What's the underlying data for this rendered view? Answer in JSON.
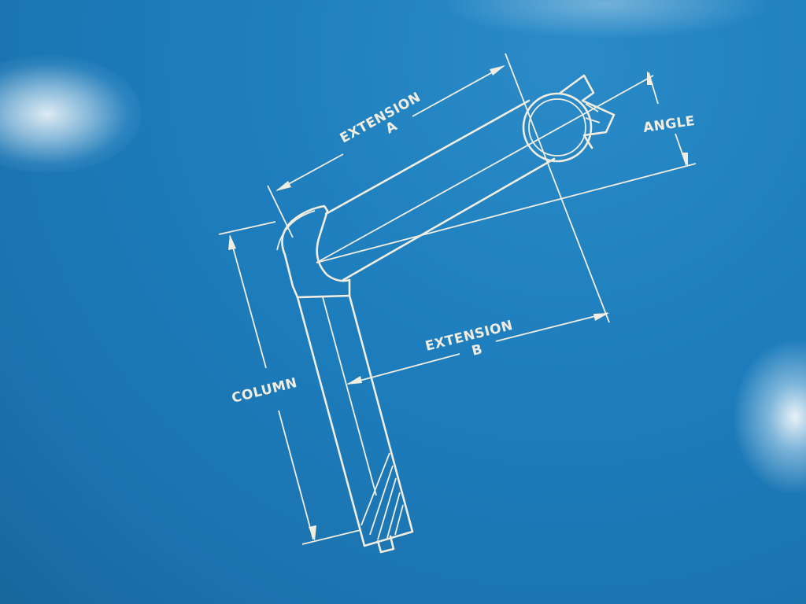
{
  "diagram": {
    "labels": {
      "extension_a_line1": "EXTENSION",
      "extension_a_line2": "A",
      "angle": "ANGLE",
      "extension_b_line1": "EXTENSION",
      "extension_b_line2": "B",
      "column": "COLUMN"
    },
    "colors": {
      "background": "#1f7fbd",
      "ink": "#f1ede0"
    }
  }
}
